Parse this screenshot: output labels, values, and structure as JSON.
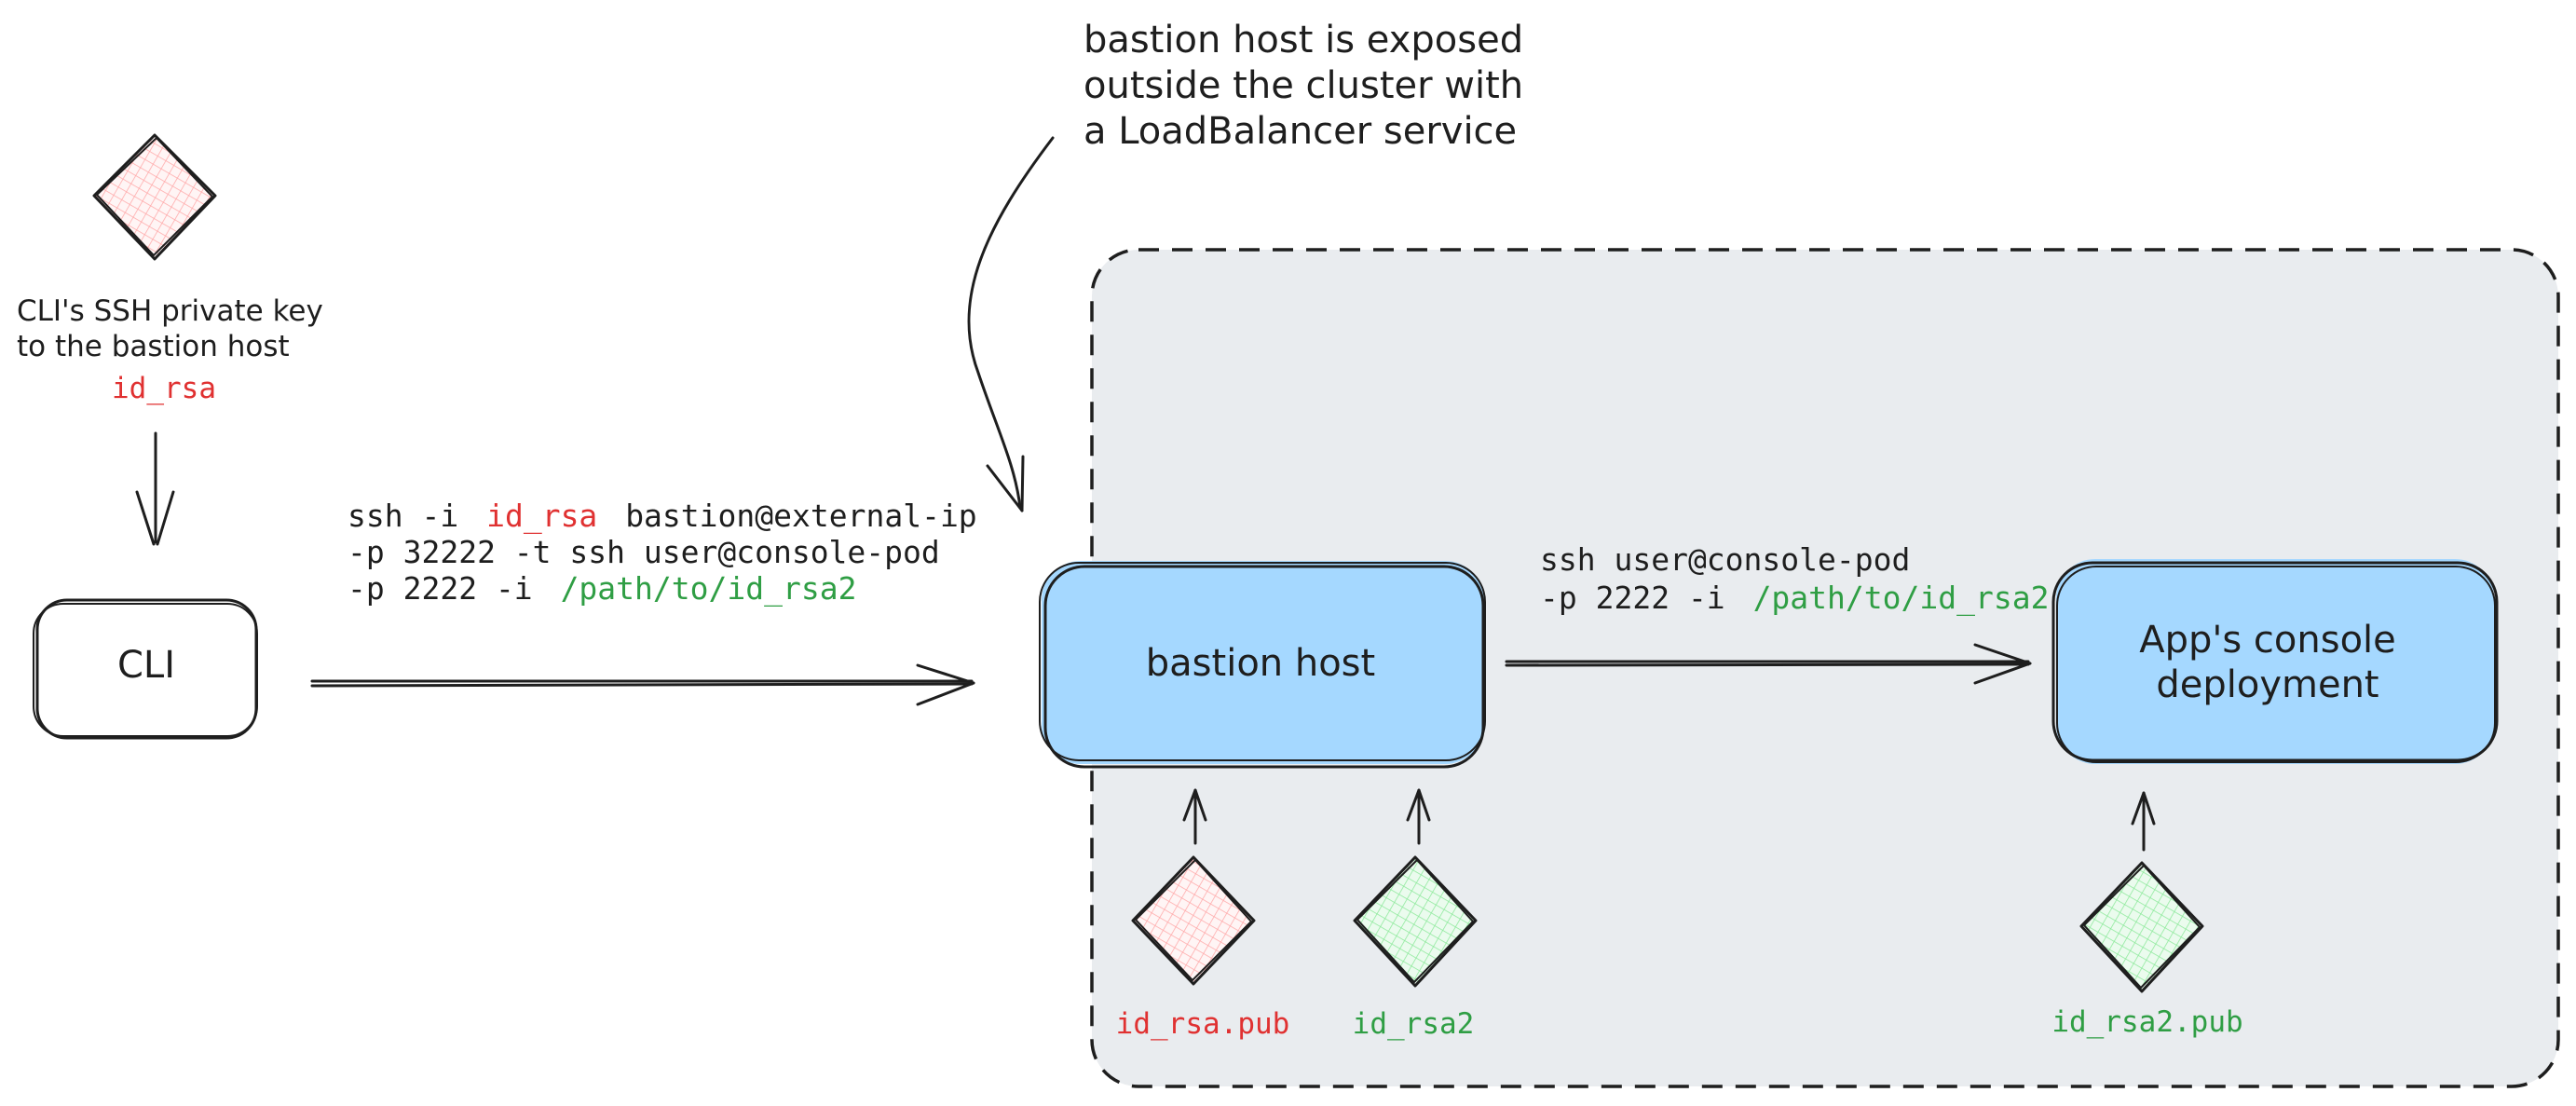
{
  "colors": {
    "ink": "#1e1e1e",
    "red": "#e03131",
    "green": "#2f9e44",
    "box_fill": "#a5d8ff",
    "cluster_fill": "#e9ecef",
    "red_key_fill": "#ffc9c9",
    "green_key_fill": "#b2f2bb"
  },
  "annotation": {
    "line1": "bastion host is exposed",
    "line2": "outside the cluster with",
    "line3": "a LoadBalancer service"
  },
  "cli_key": {
    "line1": "CLI's SSH private key",
    "line2": "to the bastion host",
    "key_name": "id_rsa"
  },
  "nodes": {
    "cli": "CLI",
    "bastion": "bastion host",
    "console_line1": "App's console",
    "console_line2": "deployment"
  },
  "cmd1": {
    "l1_prefix": "ssh -i",
    "l1_key": "id_rsa",
    "l1_suffix": "bastion@external-ip",
    "l2": "-p 32222 -t ssh user@console-pod",
    "l3_prefix": "-p 2222 -i",
    "l3_path": "/path/to/id_rsa2"
  },
  "cmd2": {
    "l1": "ssh user@console-pod",
    "l2_prefix": "-p 2222 -i",
    "l2_path": "/path/to/id_rsa2"
  },
  "keys": {
    "bastion_pub": "id_rsa.pub",
    "bastion_priv2": "id_rsa2",
    "console_pub": "id_rsa2.pub"
  },
  "icons": [
    "key-diamond-icon",
    "arrow-icon"
  ]
}
